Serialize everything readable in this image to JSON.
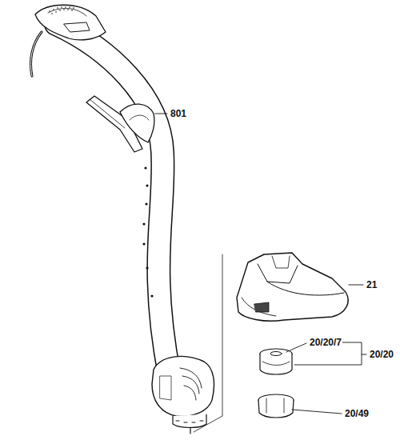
{
  "diagram": {
    "labels": [
      "801",
      "21",
      "20/20/7",
      "20/20",
      "20/49"
    ]
  }
}
